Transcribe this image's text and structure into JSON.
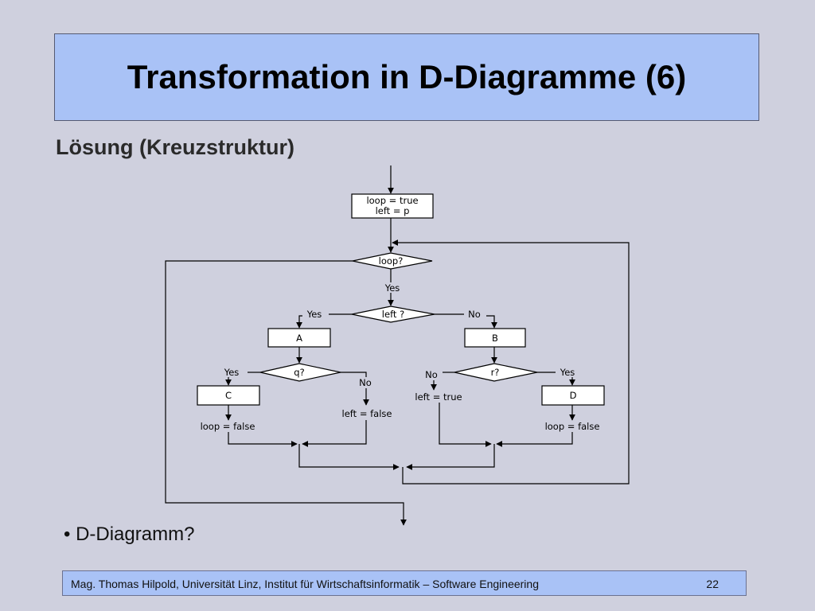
{
  "slide": {
    "title": "Transformation in D-Diagramme (6)",
    "subtitle": "Lösung (Kreuzstruktur)",
    "bullet": "• D-Diagramm?",
    "footer_text": "Mag. Thomas Hilpold, Universität Linz, Institut für Wirtschaftsinformatik – Software Engineering",
    "page_number": "22"
  },
  "diagram": {
    "init_line1": "loop = true",
    "init_line2": "left = p",
    "loop_cond": "loop?",
    "loop_yes": "Yes",
    "left_cond": "left ?",
    "left_yes": "Yes",
    "left_no": "No",
    "box_a": "A",
    "box_b": "B",
    "q_cond": "q?",
    "q_yes": "Yes",
    "q_no": "No",
    "r_cond": "r?",
    "r_yes": "Yes",
    "r_no": "No",
    "box_c": "C",
    "box_d": "D",
    "c_assign": "loop = false",
    "q_no_assign": "left = false",
    "r_no_assign": "left = true",
    "d_assign": "loop = false"
  },
  "colors": {
    "background": "#cfd0de",
    "title_box": "#a9c2f6",
    "line": "#000000"
  }
}
